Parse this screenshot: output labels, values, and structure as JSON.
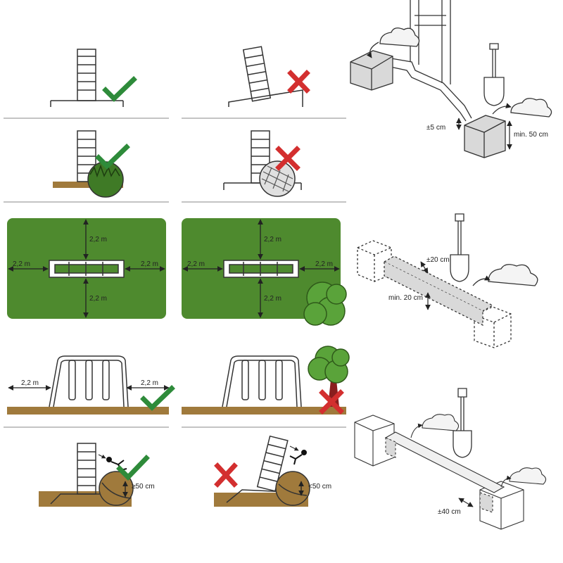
{
  "colors": {
    "grass": "#4e8a2e",
    "grass_dark": "#2f5a1a",
    "soil": "#a07a3c",
    "soil_dark": "#6b4b1c",
    "check": "#2e8b3a",
    "cross": "#d32f2f",
    "tree": "#5aa33a",
    "trunk": "#8a1e1e",
    "line": "#333333",
    "concrete": "#d9d9d9"
  },
  "labels": {
    "clearance_top_left": "2,2 m",
    "clearance_bottom_left": "2,2 m",
    "clearance_left_left": "2,2 m",
    "clearance_right_left": "2,2 m",
    "clearance_top_right": "2,2 m",
    "clearance_bottom_right": "2,2 m",
    "clearance_left_right": "2,2 m",
    "clearance_right_right": "2,2 m",
    "swing_left_clear": "2,2 m",
    "swing_right_clear": "2,2 m",
    "fall_depth_ok": "≥50 cm",
    "fall_depth_bad": "<50 cm",
    "anchor_offset": "±5 cm",
    "anchor_depth": "min. 50 cm",
    "beam_offset": "±20 cm",
    "beam_depth": "min. 20 cm",
    "trench_offset": "±40 cm"
  },
  "icons": [
    "check-icon",
    "cross-icon",
    "shovel-icon",
    "soil-pile-icon",
    "tree-icon",
    "child-icon"
  ]
}
